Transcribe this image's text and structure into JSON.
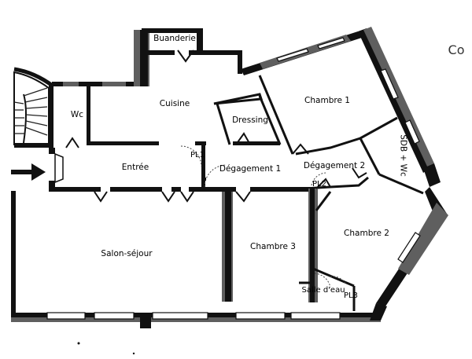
{
  "rooms": {
    "buanderie": "Buanderie",
    "wc": "Wc",
    "cuisine": "Cuisine",
    "dressing": "Dressing",
    "chambre1": "Chambre 1",
    "sdb_wc": "SDB + Wc",
    "entree": "Entrée",
    "pl1": "PL1",
    "degagement1": "Dégagement 1",
    "degagement2": "Dégagement 2",
    "pl2": "PL2",
    "chambre2": "Chambre 2",
    "salon": "Salon-séjour",
    "chambre3": "Chambre 3",
    "salle_eau": "Salle d'eau",
    "pl3": "PL3"
  },
  "corner_mark": "Co",
  "colors": {
    "wall": "#111111",
    "wall_texture": "#5f5f5f",
    "background": "#ffffff"
  },
  "icons": {
    "entrance": "entrance-arrow-icon",
    "stairs": "stairs-icon"
  }
}
